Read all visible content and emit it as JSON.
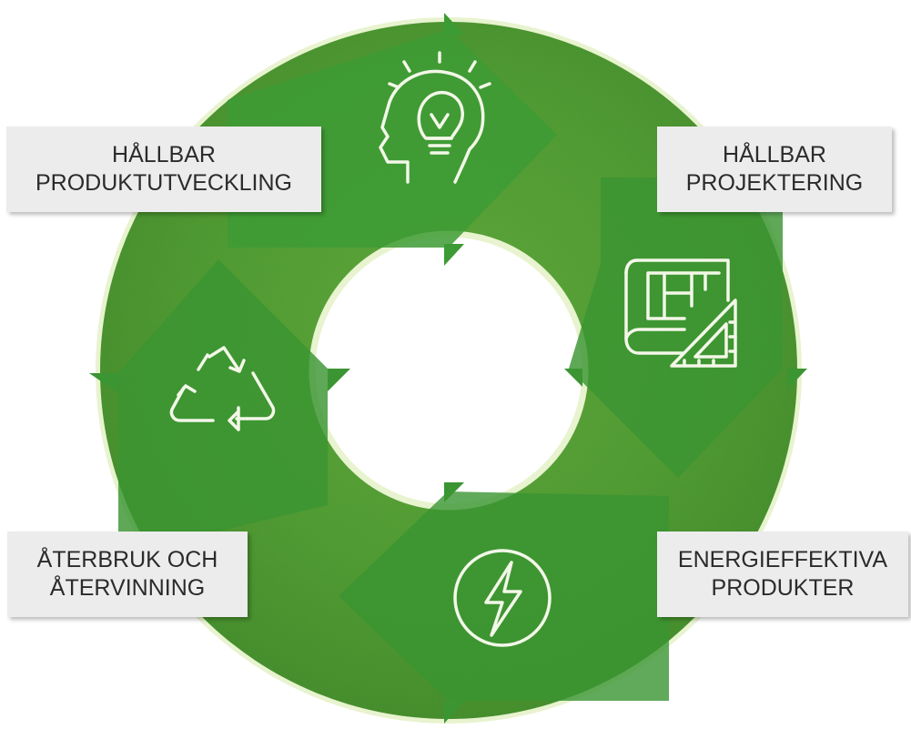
{
  "labels": {
    "top_left": {
      "line1": "HÅLLBAR",
      "line2": "PRODUKTUTVECKLING"
    },
    "top_right": {
      "line1": "HÅLLBAR",
      "line2": "PROJEKTERING"
    },
    "bottom_left": {
      "line1": "ÅTERBRUK OCH",
      "line2": "ÅTERVINNING"
    },
    "bottom_right": {
      "line1": "ENERGIEFFEKTIVA",
      "line2": "PRODUKTER"
    }
  },
  "icons": {
    "top": "head-lightbulb-icon",
    "right": "blueprint-set-square-icon",
    "bottom": "lightning-bolt-icon",
    "left": "recycle-icon"
  },
  "colors": {
    "ring_green": "#4e9a2e",
    "ring_dark": "#2f7a22",
    "arrow_green": "#3f9a34",
    "rim": "#e8f3cf",
    "icon_stroke": "#f3f7e8",
    "label_bg": "#ececec"
  }
}
